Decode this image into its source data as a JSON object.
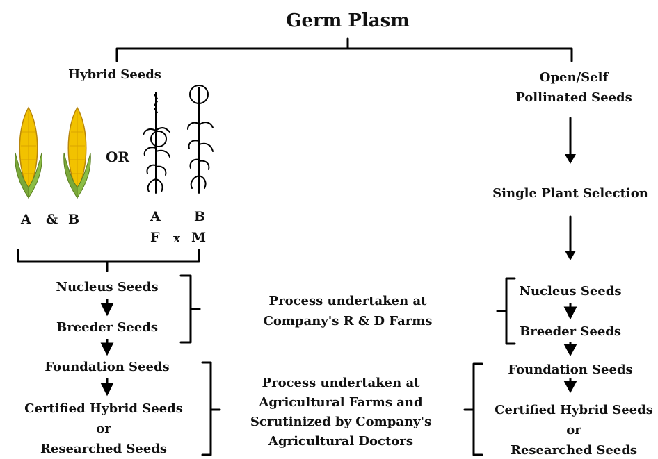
{
  "title": "Germ Plasm",
  "left": {
    "heading": "Hybrid Seeds",
    "or_label": "OR",
    "corn_labels": {
      "a": "A",
      "amp": "&",
      "b": "B"
    },
    "plant_labels": {
      "a": "A",
      "b": "B",
      "f": "F",
      "x": "x",
      "m": "M"
    },
    "nucleus": "Nucleus Seeds",
    "breeder": "Breeder Seeds",
    "foundation": "Foundation Seeds",
    "certified": "Certified Hybrid Seeds",
    "or_word": "or",
    "researched": "Researched Seeds"
  },
  "right": {
    "heading_line1": "Open/Self",
    "heading_line2": "Pollinated Seeds",
    "single": "Single Plant Selection",
    "nucleus": "Nucleus Seeds",
    "breeder": "Breeder Seeds",
    "foundation": "Foundation Seeds",
    "certified": "Certified Hybrid Seeds",
    "or_word": "or",
    "researched": "Researched Seeds"
  },
  "middle": {
    "rd_line1": "Process undertaken at",
    "rd_line2": "Company's R & D Farms",
    "ag_line1": "Process undertaken at",
    "ag_line2": "Agricultural Farms and",
    "ag_line3": "Scrutinized by Company's",
    "ag_line4": "Agricultural Doctors"
  }
}
